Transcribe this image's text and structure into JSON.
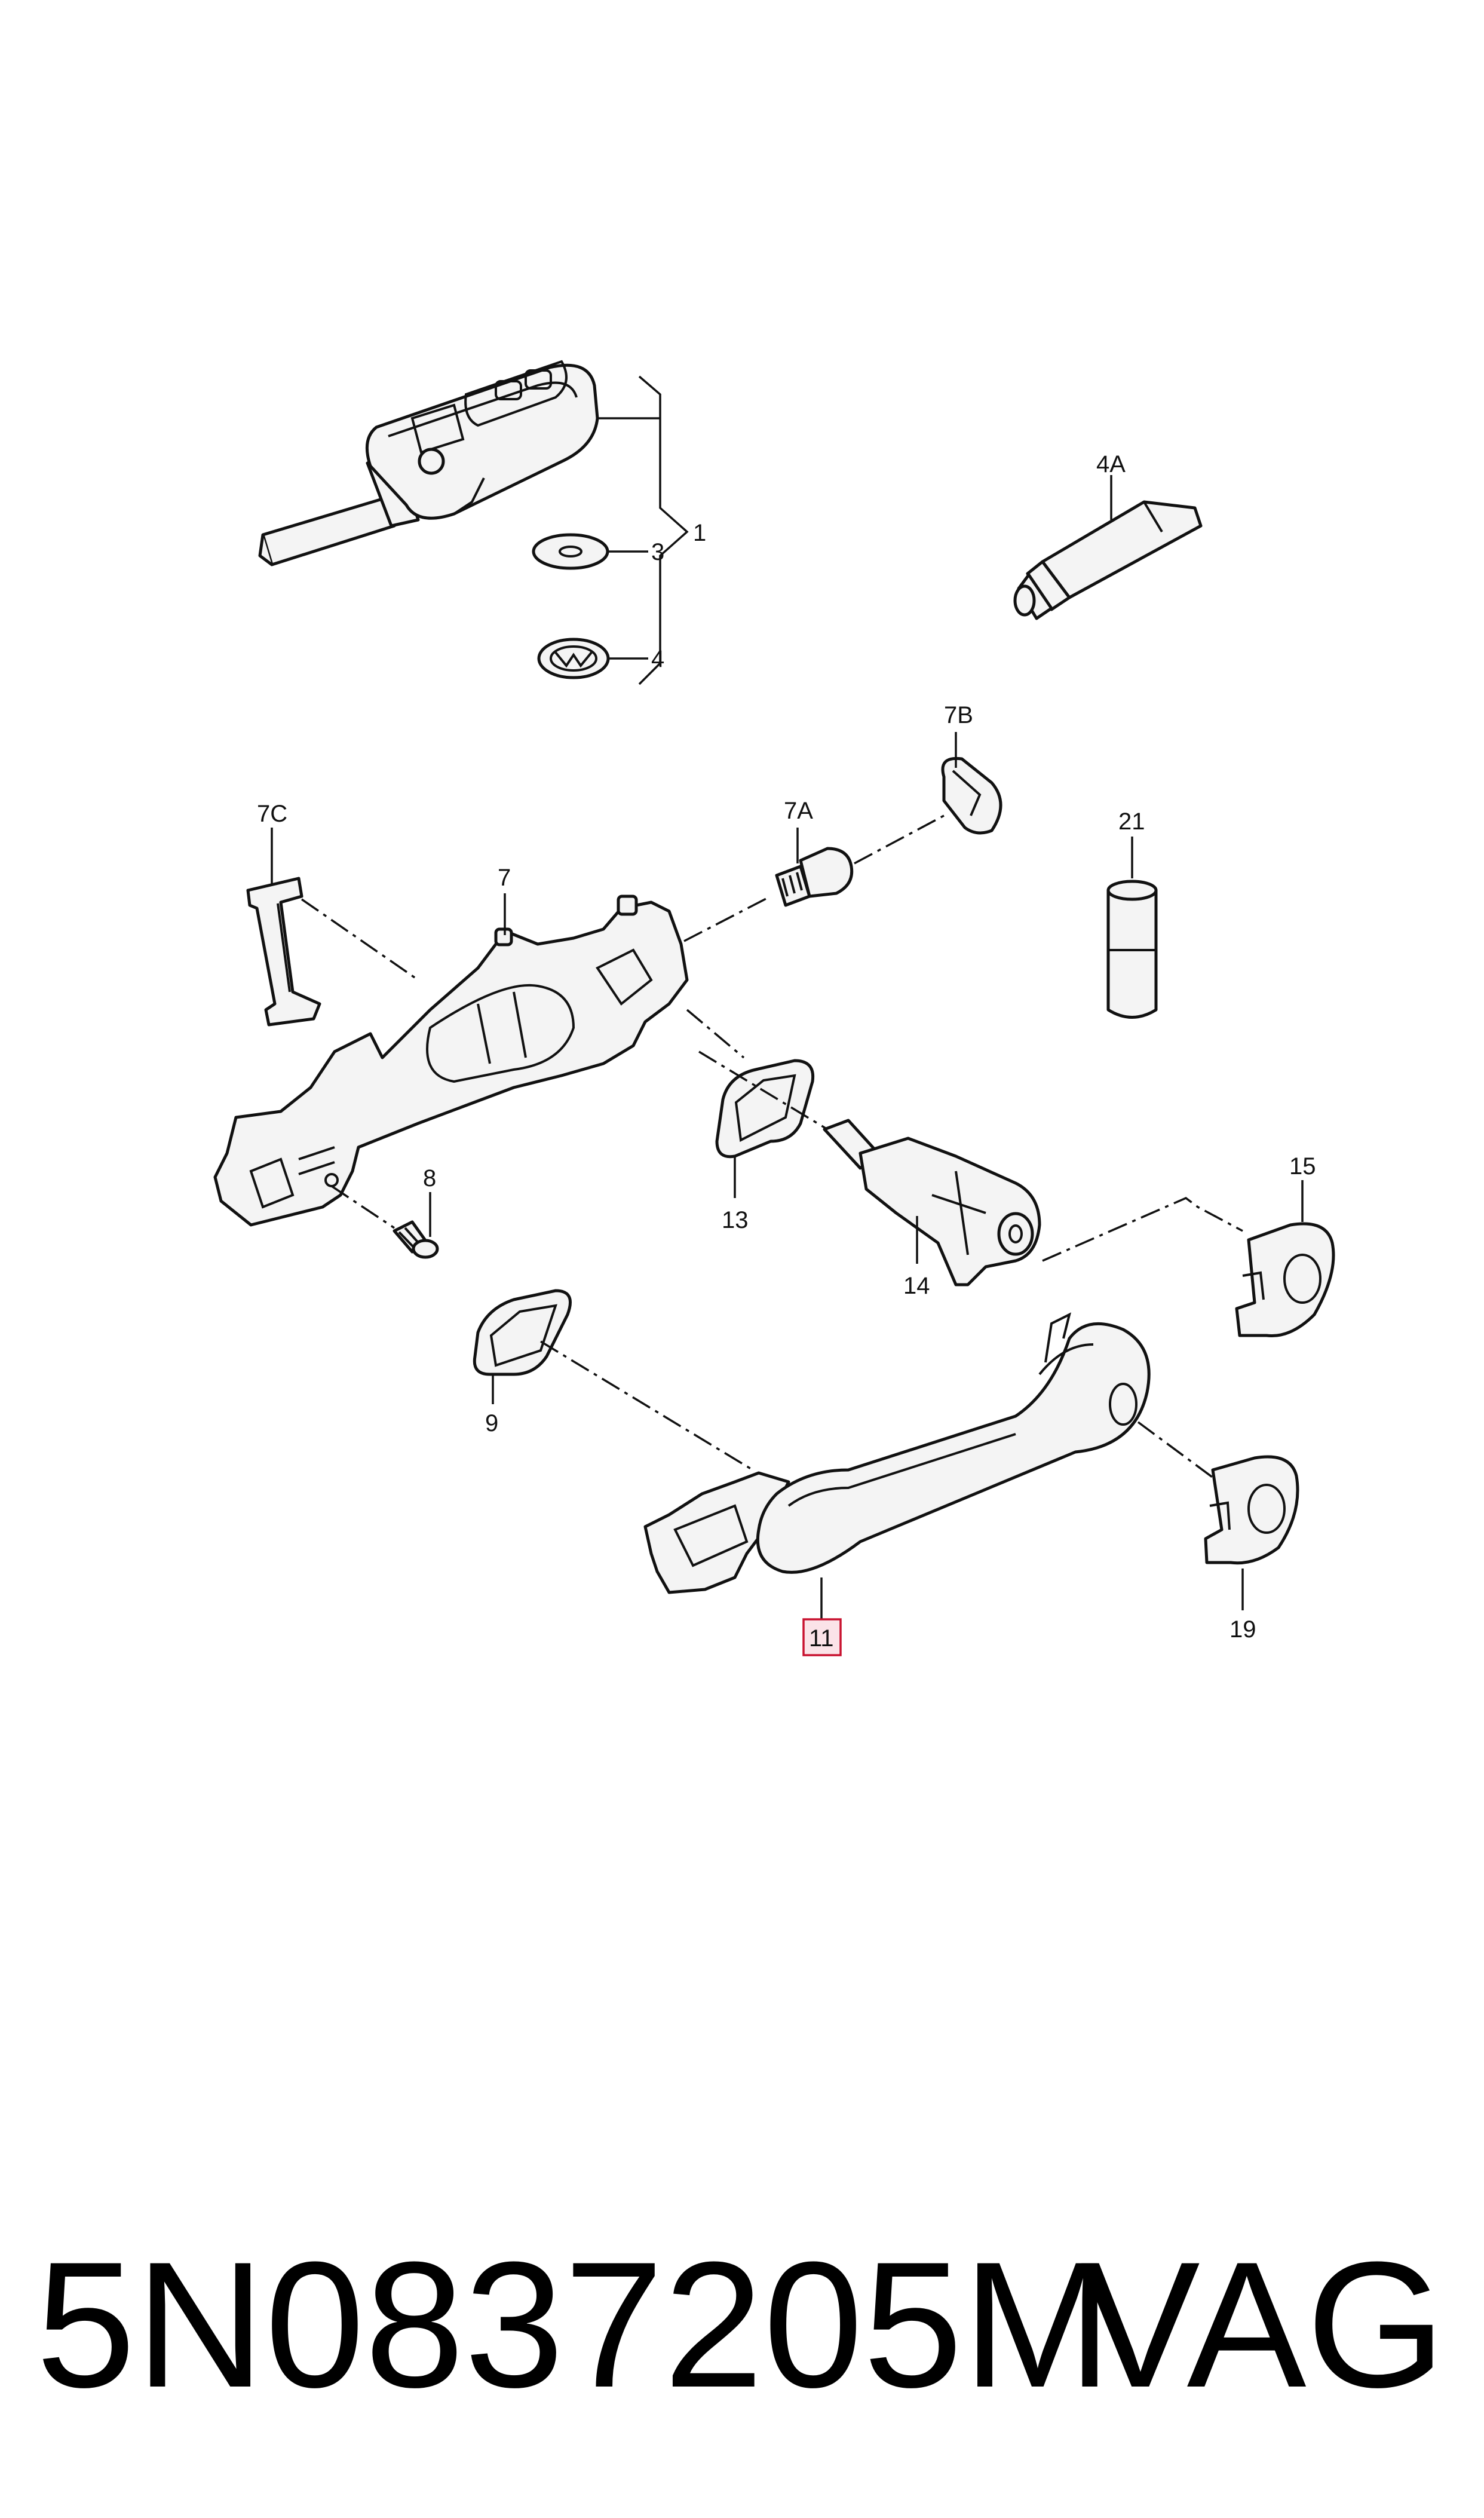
{
  "labels": {
    "l1": "1",
    "l3": "3",
    "l4": "4",
    "l4a": "4A",
    "l7": "7",
    "l7a": "7A",
    "l7b": "7B",
    "l7c": "7C",
    "l8": "8",
    "l9": "9",
    "l11": "11",
    "l13": "13",
    "l14": "14",
    "l15": "15",
    "l19": "19",
    "l21": "21"
  },
  "highlight": {
    "label": "11",
    "color": "#c8102e"
  },
  "footer": {
    "part_number": "5N0837205M",
    "brand": "VAG"
  }
}
